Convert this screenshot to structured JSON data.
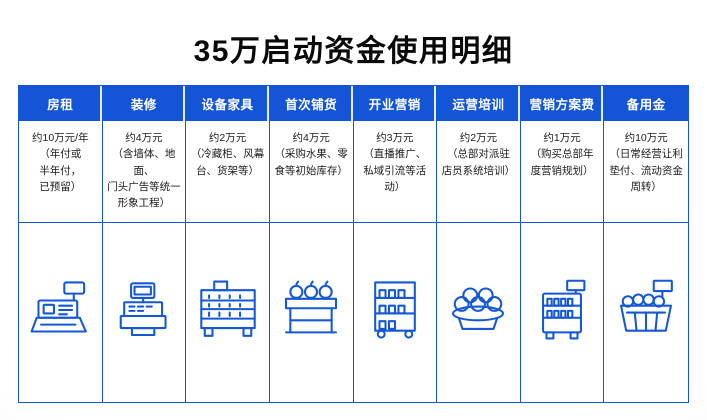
{
  "page": {
    "title": "35万启动资金使用明细"
  },
  "theme": {
    "header_bg": "#1355d6",
    "border": "#1355d6",
    "icon_stroke": "#1558d6",
    "text": "#1c1c1c"
  },
  "table": {
    "columns": [
      {
        "header": "房租",
        "desc": "约10万元/年\n（年付或\n半年付，\n已预留）",
        "icon": "cash-register-icon"
      },
      {
        "header": "装修",
        "desc": "约4万元\n（含墙体、地面、\n门头广告等统一\n形象工程）",
        "icon": "pos-terminal-icon"
      },
      {
        "header": "设备家具",
        "desc": "约2万元\n（冷藏柜、风幕\n台、货架等）",
        "icon": "display-cabinet-icon"
      },
      {
        "header": "首次铺货",
        "desc": "约4万元\n（采购水果、零\n食等初始库存）",
        "icon": "fruit-counter-icon"
      },
      {
        "header": "开业营销",
        "desc": "约3万元\n（直播推广、\n私域引流等活动）",
        "icon": "goods-shelf-icon"
      },
      {
        "header": "运营培训",
        "desc": "约2万元\n（总部对派驻\n店员系统培训）",
        "icon": "fruit-tray-icon"
      },
      {
        "header": "营销方案费",
        "desc": "约1万元\n（购买总部年\n度营销规划）",
        "icon": "freezer-cabinet-icon"
      },
      {
        "header": "备用金",
        "desc": "约10万元\n（日常经营让利\n垫付、流动资金\n周转）",
        "icon": "fruit-crate-icon"
      }
    ]
  },
  "chart_data": {
    "type": "table",
    "title": "35万启动资金使用明细",
    "categories": [
      "房租",
      "装修",
      "设备家具",
      "首次铺货",
      "开业营销",
      "运营培训",
      "营销方案费",
      "备用金"
    ],
    "values_wan_yuan": [
      10,
      4,
      2,
      4,
      3,
      2,
      1,
      10
    ],
    "amount_labels": [
      "约10万元/年",
      "约4万元",
      "约2万元",
      "约4万元",
      "约3万元",
      "约2万元",
      "约1万元",
      "约10万元"
    ],
    "notes": [
      "年付或半年付，已预留",
      "含墙体、地面、门头广告等统一形象工程",
      "冷藏柜、风幕台、货架等",
      "采购水果、零食等初始库存",
      "直播推广、私域引流等活动",
      "总部对派驻店员系统培训",
      "购买总部年度营销规划",
      "日常经营让利垫付、流动资金周转"
    ]
  }
}
